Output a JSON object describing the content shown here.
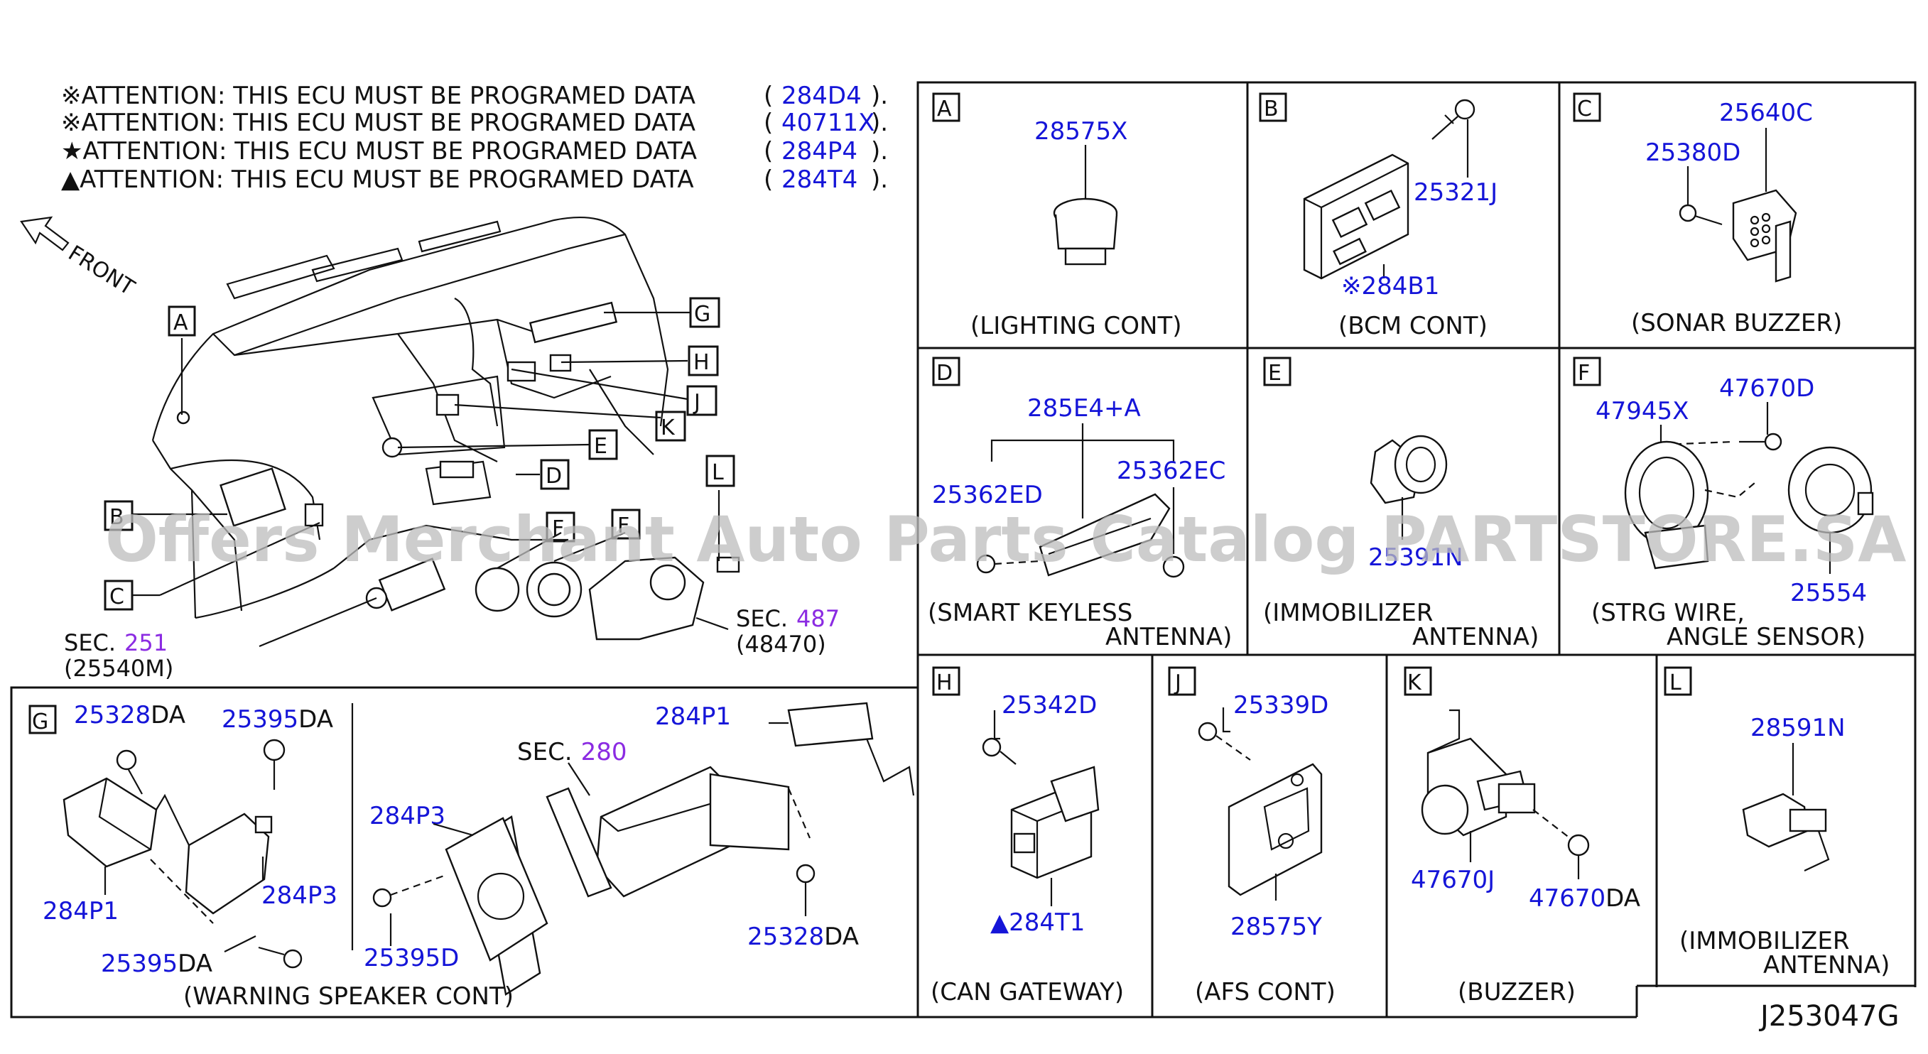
{
  "attention": [
    {
      "mark": "※",
      "text": "ATTENTION: THIS ECU MUST BE PROGRAMED DATA",
      "code": "284D4"
    },
    {
      "mark": "※",
      "text": "ATTENTION: THIS ECU MUST BE PROGRAMED DATA",
      "code": "40711X"
    },
    {
      "mark": "★",
      "text": "ATTENTION: THIS ECU MUST BE PROGRAMED DATA",
      "code": "284P4"
    },
    {
      "mark": "▲",
      "text": "ATTENTION: THIS ECU MUST BE PROGRAMED DATA",
      "code": "284T4"
    }
  ],
  "front_label": "FRONT",
  "overview": {
    "callouts": [
      "A",
      "B",
      "C",
      "D",
      "E",
      "F",
      "F",
      "G",
      "H",
      "J",
      "K",
      "L"
    ],
    "sec251": {
      "prefix": "SEC.",
      "num": "251",
      "sub": "(25540M)"
    },
    "sec487": {
      "prefix": "SEC.",
      "num": "487",
      "sub": "(48470)"
    }
  },
  "panels": {
    "A": {
      "letter": "A",
      "parts": [
        "28575X"
      ],
      "caption": "(LIGHTING CONT)"
    },
    "B": {
      "letter": "B",
      "parts": [
        "25321J",
        "※284B1"
      ],
      "caption": "(BCM CONT)"
    },
    "C": {
      "letter": "C",
      "parts": [
        "25640C",
        "25380D"
      ],
      "caption": "(SONAR BUZZER)"
    },
    "D": {
      "letter": "D",
      "parts": [
        "285E4+A",
        "25362ED",
        "25362EC"
      ],
      "caption1": "(SMART KEYLESS",
      "caption2": "ANTENNA)"
    },
    "E": {
      "letter": "E",
      "parts": [
        "25391N"
      ],
      "caption1": "(IMMOBILIZER",
      "caption2": "ANTENNA)"
    },
    "F": {
      "letter": "F",
      "parts": [
        "47945X",
        "47670D",
        "25554"
      ],
      "caption1": "(STRG WIRE,",
      "caption2": "ANGLE SENSOR)"
    },
    "G": {
      "letter": "G",
      "parts": [
        "25328",
        "DA",
        "25395",
        "DA",
        "284P1",
        "284P3",
        "25395",
        "DA",
        "284P3",
        "25395D",
        "284P1",
        "25328",
        "DA"
      ],
      "sec280": {
        "prefix": "SEC.",
        "num": "280"
      },
      "caption": "(WARNING SPEAKER CONT)"
    },
    "H": {
      "letter": "H",
      "parts": [
        "25342D",
        "▲284T1"
      ],
      "caption": "(CAN GATEWAY)"
    },
    "J": {
      "letter": "J",
      "parts": [
        "25339D",
        "28575Y"
      ],
      "caption": "(AFS CONT)"
    },
    "K": {
      "letter": "K",
      "parts": [
        "47670J",
        "47670",
        "DA"
      ],
      "caption": "(BUZZER)"
    },
    "L": {
      "letter": "L",
      "parts": [
        "28591N"
      ],
      "caption1": "(IMMOBILIZER",
      "caption2": "ANTENNA)"
    }
  },
  "diagram_id": "J253047G",
  "watermark": "Offers Merchant Auto Parts Catalog PARTSTORE.SA"
}
